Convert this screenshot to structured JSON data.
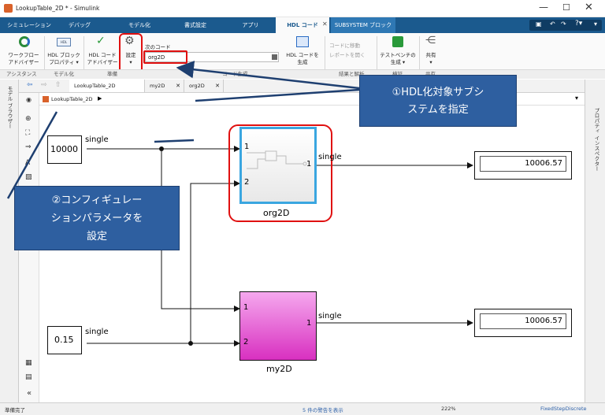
{
  "window": {
    "title": "LookupTable_2D * - Simulink"
  },
  "tabs": [
    "シミュレーション",
    "デバッグ",
    "モデル化",
    "書式設定",
    "アプリ",
    "HDL コード",
    "SUBSYSTEM ブロック"
  ],
  "ribbon": {
    "workflow": "ワークフロー\nアドバイザー",
    "hdl_block_prop": "HDL ブロック\nプロパティ ▾",
    "hdl_code_advisor": "HDL コード\nアドバイザー",
    "settings": "設定",
    "next_code_label": "次のコード",
    "next_code_value": "org2D",
    "generate": "HDL コードを\n生成",
    "link_code": "コードに移動",
    "open_report": "レポートを開く",
    "testbench": "テストベンチの\n生成 ▾",
    "share": "共有\n▾",
    "groups": [
      "アシスタンス",
      "モデル化",
      "準備",
      "コード生成",
      "結果と解析",
      "検証",
      "共有"
    ]
  },
  "model_tabs": [
    "LookupTable_2D",
    "my2D",
    "org2D"
  ],
  "breadcrumb": "LookupTable_2D",
  "left_panel_label": "モデル ブラウザー",
  "right_panel_label": "プロパティ インスペクター",
  "canvas": {
    "const1": "10000",
    "const2": "0.15",
    "sig_single": "single",
    "org_block_name": "org2D",
    "my_block_name": "my2D",
    "port1": "1",
    "port2": "2",
    "display1": "10006.57",
    "display2": "10006.57"
  },
  "callouts": {
    "c1": "①HDL化対象サブシ\nステムを指定",
    "c2": "②コンフィギュレー\nションパラメータを\n設定"
  },
  "status": {
    "left": "準備完了",
    "center": "5 件の警告を表示",
    "zoom": "222%",
    "solver": "FixedStepDiscrete"
  },
  "colors": {
    "tab_bar": "#1b5a8e",
    "active_tab": "#ffffff",
    "callout": "#2e5fa0",
    "highlight": "#e01010",
    "my2d_fill": "#e040c8"
  }
}
